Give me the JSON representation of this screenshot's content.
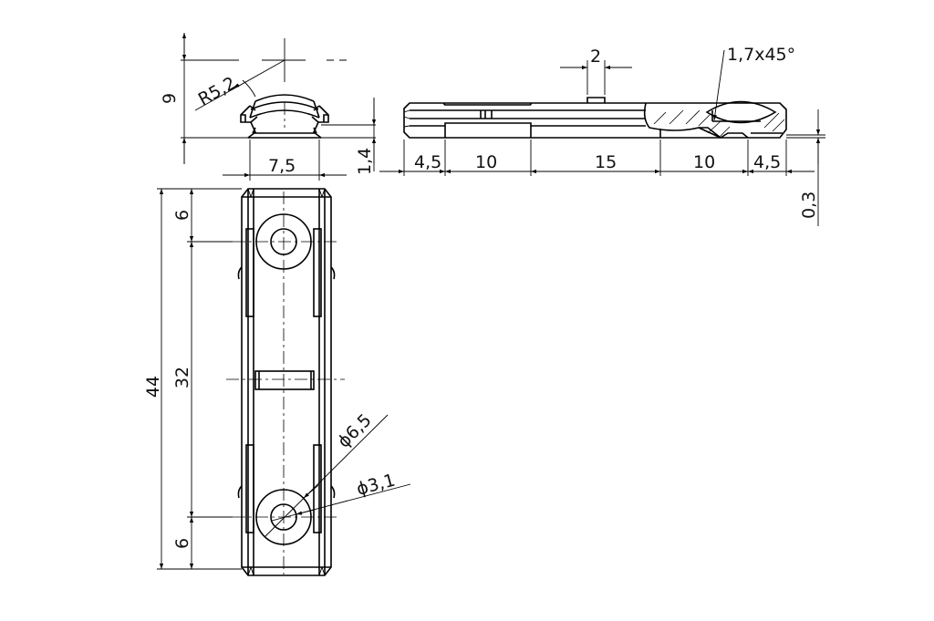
{
  "drawing": {
    "type": "technical-drawing",
    "views": [
      "top-end-view",
      "side-section-view",
      "front-view"
    ]
  },
  "top_view": {
    "dims": {
      "height": "9",
      "radius": "R5,2",
      "width": "7,5",
      "step": "1,4"
    }
  },
  "side_view": {
    "dims": {
      "pin_width": "2",
      "chamfer": "1,7x45°",
      "seg1": "4,5",
      "seg2": "10",
      "seg3": "15",
      "seg4": "10",
      "seg5": "4,5",
      "offset": "0,3"
    }
  },
  "front_view": {
    "dims": {
      "total_length": "44",
      "hole_spacing": "32",
      "top_offset": "6",
      "bottom_offset": "6",
      "outer_diameter": "ϕ6,5",
      "inner_diameter": "ϕ3,1"
    }
  }
}
